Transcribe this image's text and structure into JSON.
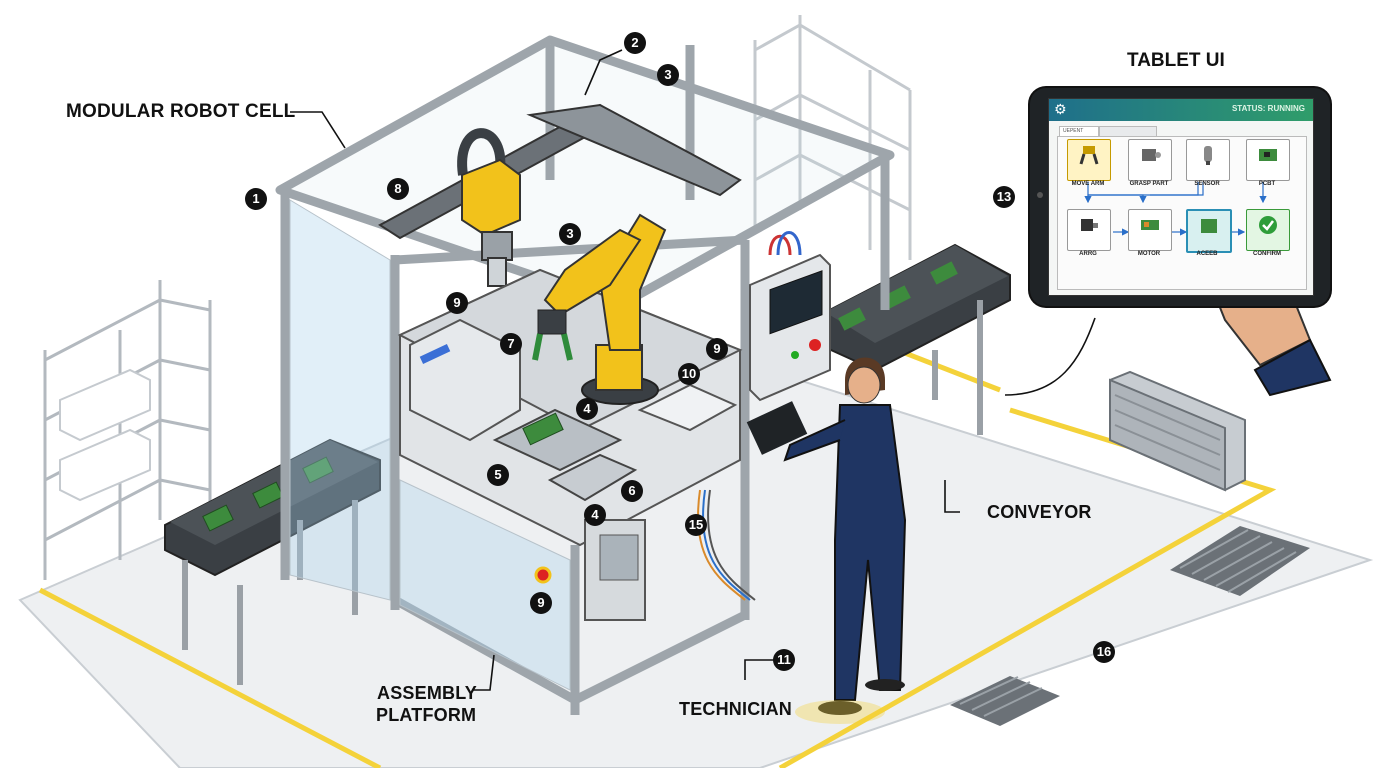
{
  "labels": {
    "modular_robot_cell": "MODULAR ROBOT CELL",
    "tablet_ui": "TABLET UI",
    "conveyor": "CONVEYOR",
    "assembly_platform_line1": "ASSEMBLY",
    "assembly_platform_line2": "PLATFORM",
    "technician": "TECHNICIAN"
  },
  "callouts": [
    "1",
    "2",
    "3",
    "3",
    "4",
    "4",
    "5",
    "6",
    "7",
    "8",
    "9",
    "9",
    "9",
    "10",
    "11",
    "13",
    "15",
    "16"
  ],
  "tablet": {
    "status": "STATUS: RUNNING",
    "tab1": "UEPENT",
    "tab2": "",
    "nodes": [
      {
        "label": "MOVE ARM",
        "icon": "gripper-icon"
      },
      {
        "label": "GRASP PART",
        "icon": "motor-icon"
      },
      {
        "label": "SENSOR",
        "icon": "sensor-icon"
      },
      {
        "label": "PCBT",
        "icon": "pcb-icon"
      },
      {
        "label": "ARRG",
        "icon": "actuator-icon"
      },
      {
        "label": "MOTOR",
        "icon": "board-icon"
      },
      {
        "label": "ACEEB",
        "icon": "assembly-icon"
      },
      {
        "label": "CONFIRM",
        "icon": "check-icon"
      }
    ]
  },
  "colors": {
    "frame": "#b8bec4",
    "robot": "#f2c21b",
    "floor": "#eef0f2",
    "safety_line": "#f4d23a",
    "uniform": "#1f3563",
    "tablet_bar": "#2a8f8a",
    "pcb": "#3d8b3d"
  }
}
